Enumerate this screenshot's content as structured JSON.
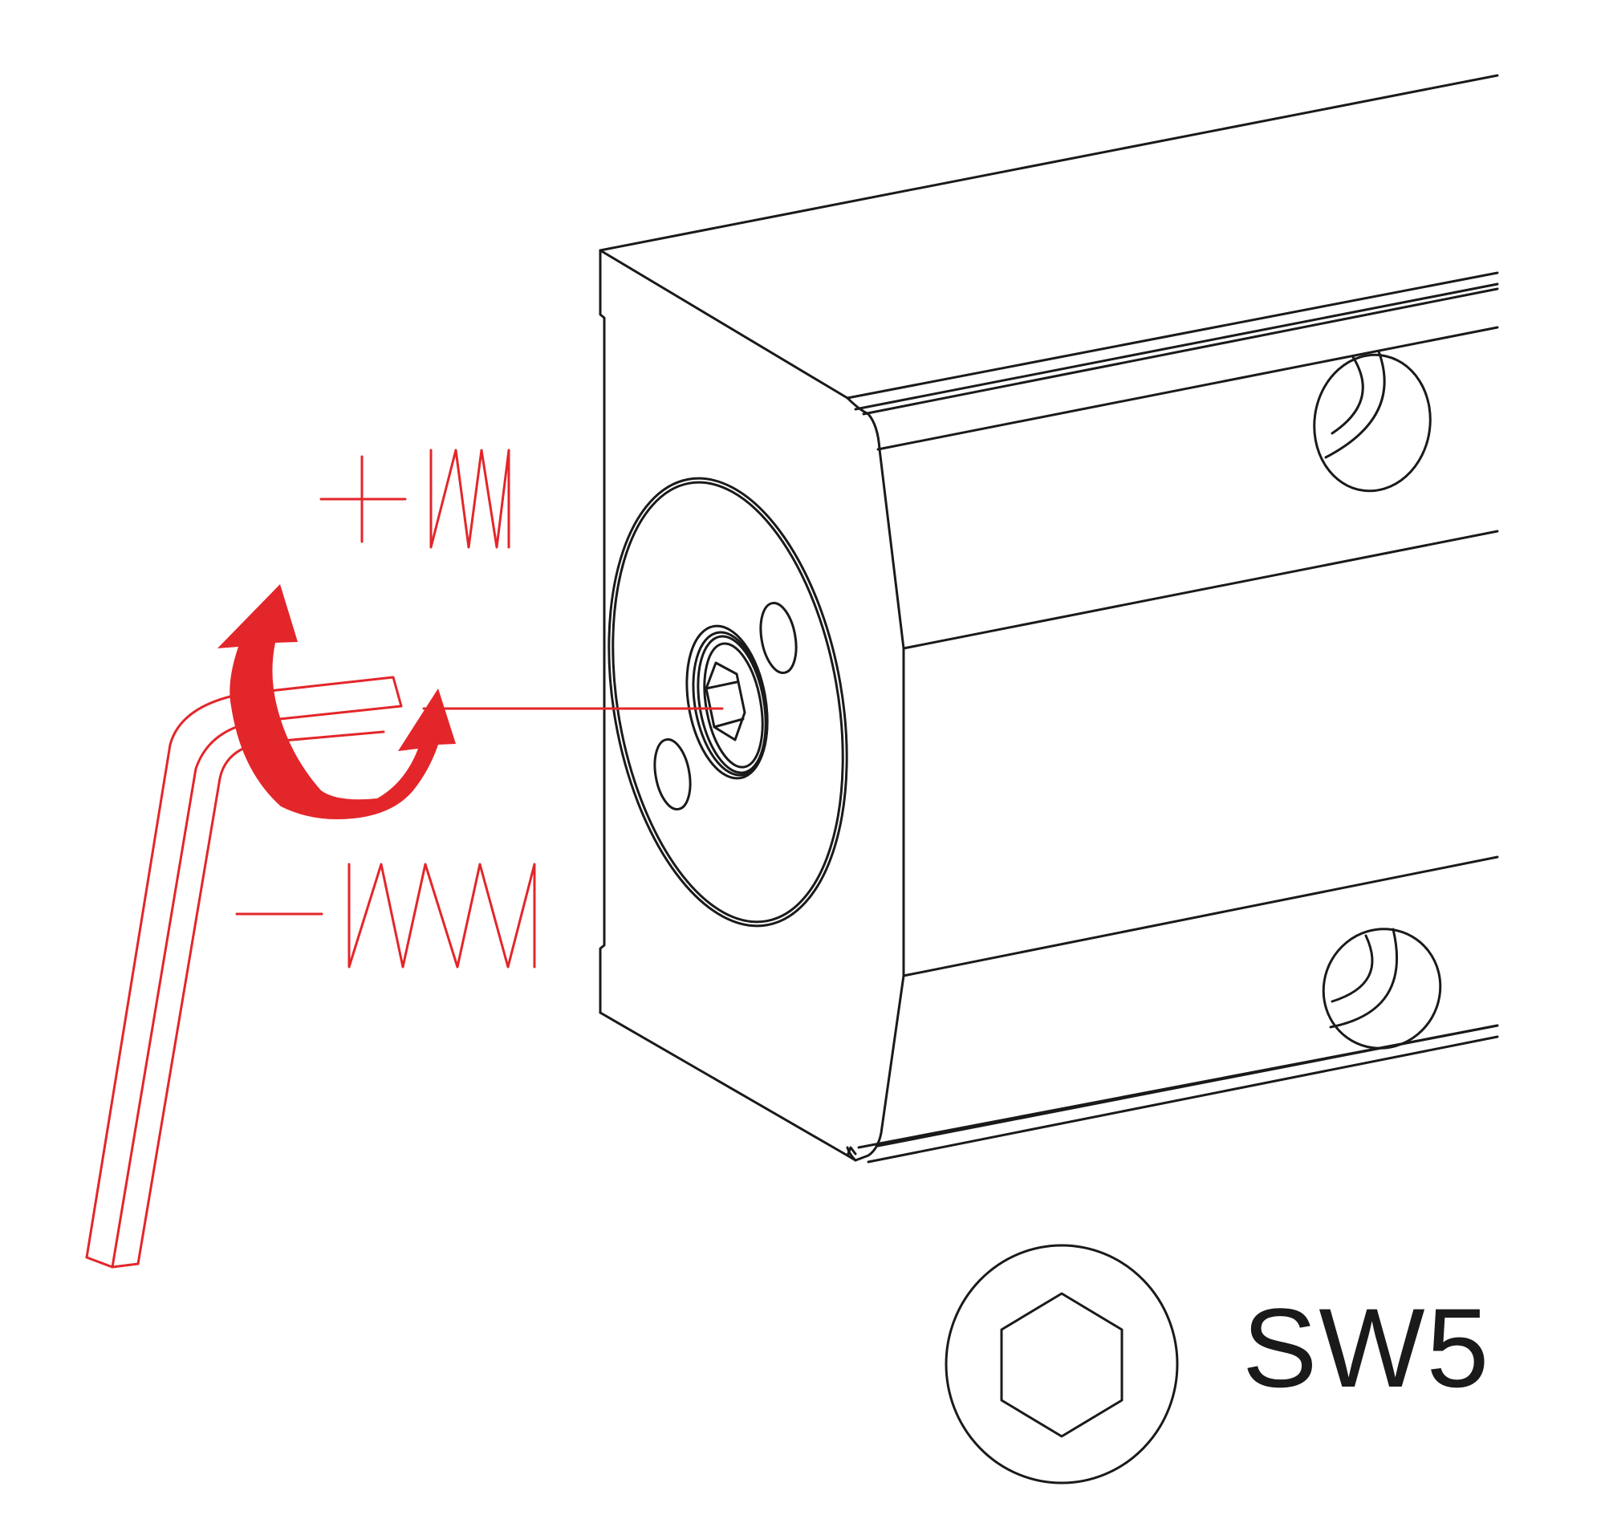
{
  "diagram": {
    "subject": "door closer spring force adjustment with hex key",
    "size_label": "SW5",
    "increase_symbol": "+",
    "decrease_symbol": "−",
    "colors": {
      "line": "#1a1a1a",
      "accent": "#e3262a",
      "background": "#ffffff"
    },
    "elements": [
      {
        "name": "closer-body",
        "type": "3d-housing"
      },
      {
        "name": "adjustment-valve",
        "type": "hex-socket"
      },
      {
        "name": "hex-key",
        "type": "allen-wrench"
      },
      {
        "name": "rotation-arrow",
        "type": "clockwise/counter-clockwise"
      },
      {
        "name": "spring-strong-symbol",
        "label": "+"
      },
      {
        "name": "spring-weak-symbol",
        "label": "−"
      },
      {
        "name": "hex-size-badge",
        "label": "SW5"
      }
    ]
  }
}
